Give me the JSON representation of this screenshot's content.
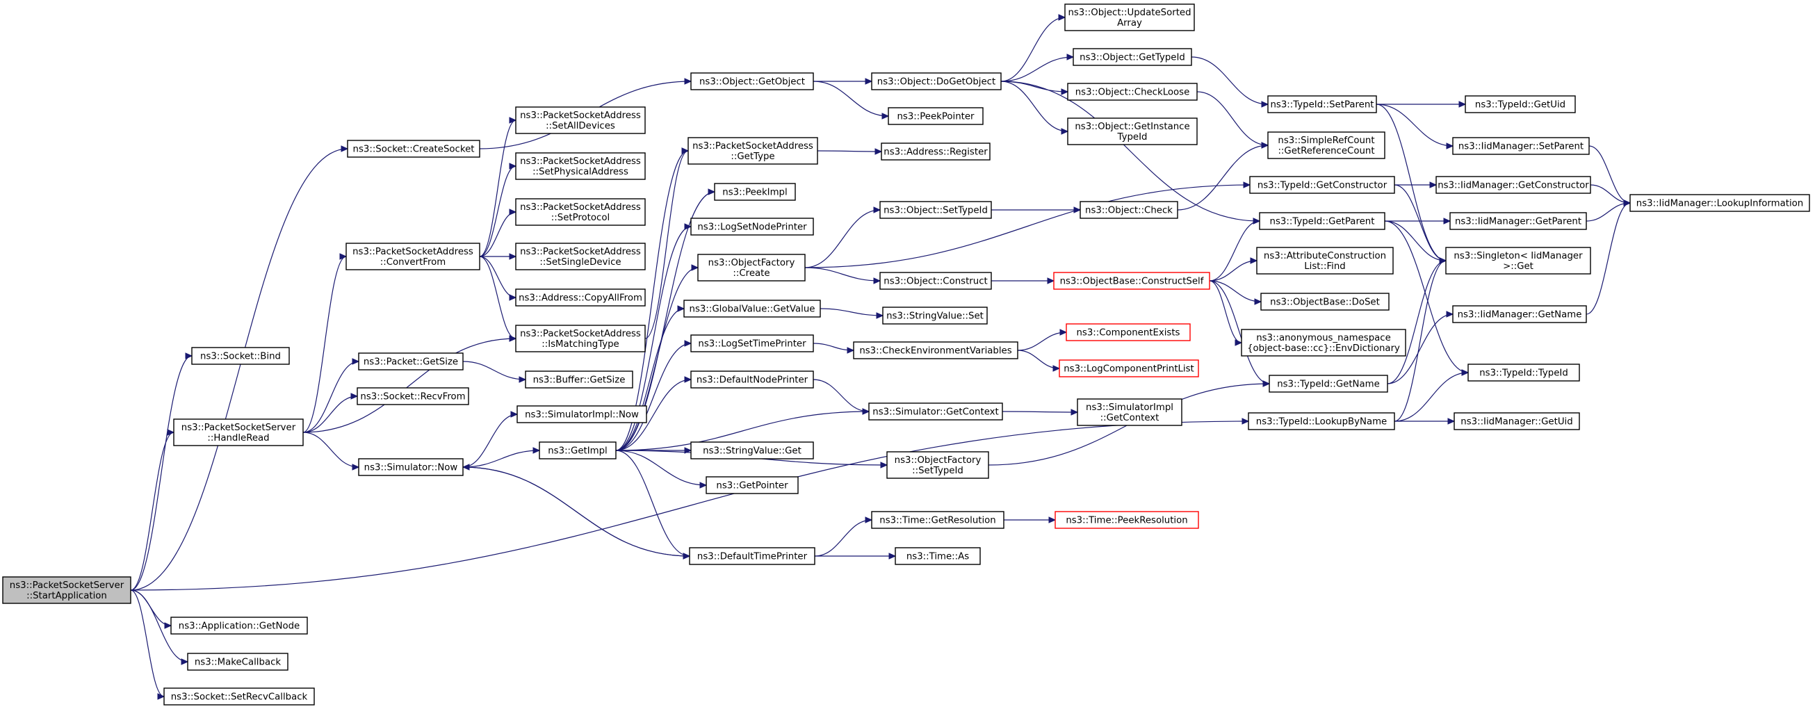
{
  "graph": {
    "colors": {
      "edge": "#191970",
      "node_border": "#000000",
      "truncated_border": "#ff0000",
      "start_fill": "#bfbfbf"
    },
    "nodes": [
      {
        "id": "start",
        "lines": [
          "ns3::PacketSocketServer",
          "::StartApplication"
        ],
        "style": "start"
      },
      {
        "id": "bind",
        "lines": [
          "ns3::Socket::Bind"
        ]
      },
      {
        "id": "createSocket",
        "lines": [
          "ns3::Socket::CreateSocket"
        ]
      },
      {
        "id": "handleRead",
        "lines": [
          "ns3::PacketSocketServer",
          "::HandleRead"
        ]
      },
      {
        "id": "appGetNode",
        "lines": [
          "ns3::Application::GetNode"
        ]
      },
      {
        "id": "makeCallback",
        "lines": [
          "ns3::MakeCallback"
        ]
      },
      {
        "id": "setRecvCallback",
        "lines": [
          "ns3::Socket::SetRecvCallback"
        ]
      },
      {
        "id": "lookupByName",
        "lines": [
          "ns3::TypeId::LookupByName"
        ]
      },
      {
        "id": "getObject",
        "lines": [
          "ns3::Object::GetObject"
        ]
      },
      {
        "id": "doGetObject",
        "lines": [
          "ns3::Object::DoGetObject"
        ]
      },
      {
        "id": "peekPointer",
        "lines": [
          "ns3::PeekPointer"
        ]
      },
      {
        "id": "updateSorted",
        "lines": [
          "ns3::Object::UpdateSorted",
          "Array"
        ]
      },
      {
        "id": "objGetTypeId",
        "lines": [
          "ns3::Object::GetTypeId"
        ]
      },
      {
        "id": "checkLoose",
        "lines": [
          "ns3::Object::CheckLoose"
        ]
      },
      {
        "id": "getInstanceTypeId",
        "lines": [
          "ns3::Object::GetInstance",
          "TypeId"
        ]
      },
      {
        "id": "setParent",
        "lines": [
          "ns3::TypeId::SetParent"
        ]
      },
      {
        "id": "typeIdGetUid",
        "lines": [
          "ns3::TypeId::GetUid"
        ]
      },
      {
        "id": "iidSetParent",
        "lines": [
          "ns3::IidManager::SetParent"
        ]
      },
      {
        "id": "lookupInformation",
        "lines": [
          "ns3::IidManager::LookupInformation"
        ]
      },
      {
        "id": "simpleRefCount",
        "lines": [
          "ns3::SimpleRefCount",
          "::GetReferenceCount"
        ]
      },
      {
        "id": "psaSetAllDevices",
        "lines": [
          "ns3::PacketSocketAddress",
          "::SetAllDevices"
        ]
      },
      {
        "id": "psaSetPhysical",
        "lines": [
          "ns3::PacketSocketAddress",
          "::SetPhysicalAddress"
        ]
      },
      {
        "id": "psaSetProtocol",
        "lines": [
          "ns3::PacketSocketAddress",
          "::SetProtocol"
        ]
      },
      {
        "id": "psaSetSingleDevice",
        "lines": [
          "ns3::PacketSocketAddress",
          "::SetSingleDevice"
        ]
      },
      {
        "id": "psaConvertFrom",
        "lines": [
          "ns3::PacketSocketAddress",
          "::ConvertFrom"
        ]
      },
      {
        "id": "addrCopyAllFrom",
        "lines": [
          "ns3::Address::CopyAllFrom"
        ]
      },
      {
        "id": "psaIsMatchingType",
        "lines": [
          "ns3::PacketSocketAddress",
          "::IsMatchingType"
        ]
      },
      {
        "id": "psaGetType",
        "lines": [
          "ns3::PacketSocketAddress",
          "::GetType"
        ]
      },
      {
        "id": "addrRegister",
        "lines": [
          "ns3::Address::Register"
        ]
      },
      {
        "id": "peekImpl",
        "lines": [
          "ns3::PeekImpl"
        ]
      },
      {
        "id": "logSetNodePrinter",
        "lines": [
          "ns3::LogSetNodePrinter"
        ]
      },
      {
        "id": "objFactoryCreate",
        "lines": [
          "ns3::ObjectFactory",
          "::Create"
        ]
      },
      {
        "id": "objSetTypeId",
        "lines": [
          "ns3::Object::SetTypeId"
        ]
      },
      {
        "id": "objCheck",
        "lines": [
          "ns3::Object::Check"
        ]
      },
      {
        "id": "objConstruct",
        "lines": [
          "ns3::Object::Construct"
        ]
      },
      {
        "id": "constructSelf",
        "lines": [
          "ns3::ObjectBase::ConstructSelf"
        ],
        "style": "trunc"
      },
      {
        "id": "getConstructor",
        "lines": [
          "ns3::TypeId::GetConstructor"
        ]
      },
      {
        "id": "iidGetConstructor",
        "lines": [
          "ns3::IidManager::GetConstructor"
        ]
      },
      {
        "id": "getParent",
        "lines": [
          "ns3::TypeId::GetParent"
        ]
      },
      {
        "id": "iidGetParent",
        "lines": [
          "ns3::IidManager::GetParent"
        ]
      },
      {
        "id": "singletonGet",
        "lines": [
          "ns3::Singleton< IidManager",
          " >::Get"
        ]
      },
      {
        "id": "attrConstrFind",
        "lines": [
          "ns3::AttributeConstruction",
          "List::Find"
        ]
      },
      {
        "id": "objBaseDoSet",
        "lines": [
          "ns3::ObjectBase::DoSet"
        ]
      },
      {
        "id": "envDictionary",
        "lines": [
          "ns3::anonymous_namespace",
          "{object-base::cc}::EnvDictionary"
        ]
      },
      {
        "id": "globalValueGetValue",
        "lines": [
          "ns3::GlobalValue::GetValue"
        ]
      },
      {
        "id": "stringValueSet",
        "lines": [
          "ns3::StringValue::Set"
        ]
      },
      {
        "id": "logSetTimePrinter",
        "lines": [
          "ns3::LogSetTimePrinter"
        ]
      },
      {
        "id": "checkEnvVars",
        "lines": [
          "ns3::CheckEnvironmentVariables"
        ]
      },
      {
        "id": "componentExists",
        "lines": [
          "ns3::ComponentExists"
        ],
        "style": "trunc"
      },
      {
        "id": "logComponentPrintList",
        "lines": [
          "ns3::LogComponentPrintList"
        ],
        "style": "trunc"
      },
      {
        "id": "typeIdGetName",
        "lines": [
          "ns3::TypeId::GetName"
        ]
      },
      {
        "id": "iidGetName",
        "lines": [
          "ns3::IidManager::GetName"
        ]
      },
      {
        "id": "typeIdTypeId",
        "lines": [
          "ns3::TypeId::TypeId"
        ]
      },
      {
        "id": "iidGetUid",
        "lines": [
          "ns3::IidManager::GetUid"
        ]
      },
      {
        "id": "packetGetSize",
        "lines": [
          "ns3::Packet::GetSize"
        ]
      },
      {
        "id": "bufferGetSize",
        "lines": [
          "ns3::Buffer::GetSize"
        ]
      },
      {
        "id": "socketRecvFrom",
        "lines": [
          "ns3::Socket::RecvFrom"
        ]
      },
      {
        "id": "simImplNow",
        "lines": [
          "ns3::SimulatorImpl::Now"
        ]
      },
      {
        "id": "defaultNodePrinter",
        "lines": [
          "ns3::DefaultNodePrinter"
        ]
      },
      {
        "id": "simGetContext",
        "lines": [
          "ns3::Simulator::GetContext"
        ]
      },
      {
        "id": "simImplGetContext",
        "lines": [
          "ns3::SimulatorImpl",
          "::GetContext"
        ]
      },
      {
        "id": "simNow",
        "lines": [
          "ns3::Simulator::Now"
        ]
      },
      {
        "id": "getImpl",
        "lines": [
          "ns3::GetImpl"
        ]
      },
      {
        "id": "stringValueGet",
        "lines": [
          "ns3::StringValue::Get"
        ]
      },
      {
        "id": "getPointer",
        "lines": [
          "ns3::GetPointer"
        ]
      },
      {
        "id": "objFactorySetTypeId",
        "lines": [
          "ns3::ObjectFactory",
          "::SetTypeId"
        ]
      },
      {
        "id": "defaultTimePrinter",
        "lines": [
          "ns3::DefaultTimePrinter"
        ]
      },
      {
        "id": "timeGetResolution",
        "lines": [
          "ns3::Time::GetResolution"
        ]
      },
      {
        "id": "timePeekResolution",
        "lines": [
          "ns3::Time::PeekResolution"
        ],
        "style": "trunc"
      },
      {
        "id": "timeAs",
        "lines": [
          "ns3::Time::As"
        ]
      }
    ],
    "edges": [
      [
        "start",
        "bind"
      ],
      [
        "start",
        "createSocket"
      ],
      [
        "start",
        "handleRead"
      ],
      [
        "start",
        "appGetNode"
      ],
      [
        "start",
        "makeCallback"
      ],
      [
        "start",
        "setRecvCallback"
      ],
      [
        "start",
        "lookupByName"
      ],
      [
        "createSocket",
        "getObject"
      ],
      [
        "getObject",
        "doGetObject"
      ],
      [
        "getObject",
        "peekPointer"
      ],
      [
        "doGetObject",
        "updateSorted"
      ],
      [
        "doGetObject",
        "objGetTypeId"
      ],
      [
        "doGetObject",
        "checkLoose"
      ],
      [
        "doGetObject",
        "getInstanceTypeId"
      ],
      [
        "doGetObject",
        "getParent"
      ],
      [
        "objGetTypeId",
        "setParent"
      ],
      [
        "setParent",
        "typeIdGetUid"
      ],
      [
        "setParent",
        "iidSetParent"
      ],
      [
        "setParent",
        "singletonGet"
      ],
      [
        "iidSetParent",
        "lookupInformation"
      ],
      [
        "checkLoose",
        "simpleRefCount"
      ],
      [
        "handleRead",
        "psaConvertFrom"
      ],
      [
        "handleRead",
        "packetGetSize"
      ],
      [
        "handleRead",
        "socketRecvFrom"
      ],
      [
        "handleRead",
        "simNow"
      ],
      [
        "handleRead",
        "psaIsMatchingType"
      ],
      [
        "psaConvertFrom",
        "psaSetAllDevices"
      ],
      [
        "psaConvertFrom",
        "psaSetPhysical"
      ],
      [
        "psaConvertFrom",
        "psaSetProtocol"
      ],
      [
        "psaConvertFrom",
        "psaSetSingleDevice"
      ],
      [
        "psaConvertFrom",
        "addrCopyAllFrom"
      ],
      [
        "psaConvertFrom",
        "psaIsMatchingType"
      ],
      [
        "psaIsMatchingType",
        "psaGetType"
      ],
      [
        "psaGetType",
        "addrRegister"
      ],
      [
        "packetGetSize",
        "bufferGetSize"
      ],
      [
        "simNow",
        "simImplNow"
      ],
      [
        "simNow",
        "getImpl"
      ],
      [
        "getImpl",
        "peekImpl"
      ],
      [
        "getImpl",
        "logSetNodePrinter"
      ],
      [
        "getImpl",
        "objFactoryCreate"
      ],
      [
        "getImpl",
        "globalValueGetValue"
      ],
      [
        "getImpl",
        "logSetTimePrinter"
      ],
      [
        "getImpl",
        "defaultNodePrinter"
      ],
      [
        "getImpl",
        "stringValueGet"
      ],
      [
        "getImpl",
        "getPointer"
      ],
      [
        "getImpl",
        "objFactorySetTypeId"
      ],
      [
        "getImpl",
        "defaultTimePrinter"
      ],
      [
        "getImpl",
        "psaGetType"
      ],
      [
        "getImpl",
        "simGetContext"
      ],
      [
        "objFactoryCreate",
        "objSetTypeId"
      ],
      [
        "objFactoryCreate",
        "objConstruct"
      ],
      [
        "objFactoryCreate",
        "getConstructor"
      ],
      [
        "objSetTypeId",
        "objCheck"
      ],
      [
        "objCheck",
        "simpleRefCount"
      ],
      [
        "objConstruct",
        "constructSelf"
      ],
      [
        "constructSelf",
        "getParent"
      ],
      [
        "constructSelf",
        "attrConstrFind"
      ],
      [
        "constructSelf",
        "objBaseDoSet"
      ],
      [
        "constructSelf",
        "envDictionary"
      ],
      [
        "constructSelf",
        "typeIdGetName"
      ],
      [
        "getConstructor",
        "iidGetConstructor"
      ],
      [
        "getConstructor",
        "singletonGet"
      ],
      [
        "iidGetConstructor",
        "lookupInformation"
      ],
      [
        "getParent",
        "iidGetParent"
      ],
      [
        "getParent",
        "singletonGet"
      ],
      [
        "getParent",
        "typeIdTypeId"
      ],
      [
        "iidGetParent",
        "lookupInformation"
      ],
      [
        "globalValueGetValue",
        "stringValueSet"
      ],
      [
        "logSetTimePrinter",
        "checkEnvVars"
      ],
      [
        "checkEnvVars",
        "componentExists"
      ],
      [
        "checkEnvVars",
        "logComponentPrintList"
      ],
      [
        "defaultNodePrinter",
        "simGetContext"
      ],
      [
        "simGetContext",
        "simImplGetContext"
      ],
      [
        "objFactorySetTypeId",
        "typeIdGetName"
      ],
      [
        "typeIdGetName",
        "iidGetName"
      ],
      [
        "typeIdGetName",
        "singletonGet"
      ],
      [
        "iidGetName",
        "lookupInformation"
      ],
      [
        "lookupByName",
        "typeIdTypeId"
      ],
      [
        "lookupByName",
        "iidGetUid"
      ],
      [
        "lookupByName",
        "singletonGet"
      ],
      [
        "defaultTimePrinter",
        "simNow"
      ],
      [
        "defaultTimePrinter",
        "timeGetResolution"
      ],
      [
        "defaultTimePrinter",
        "timeAs"
      ],
      [
        "timeGetResolution",
        "timePeekResolution"
      ],
      [
        "simNow",
        "defaultTimePrinter"
      ]
    ]
  }
}
